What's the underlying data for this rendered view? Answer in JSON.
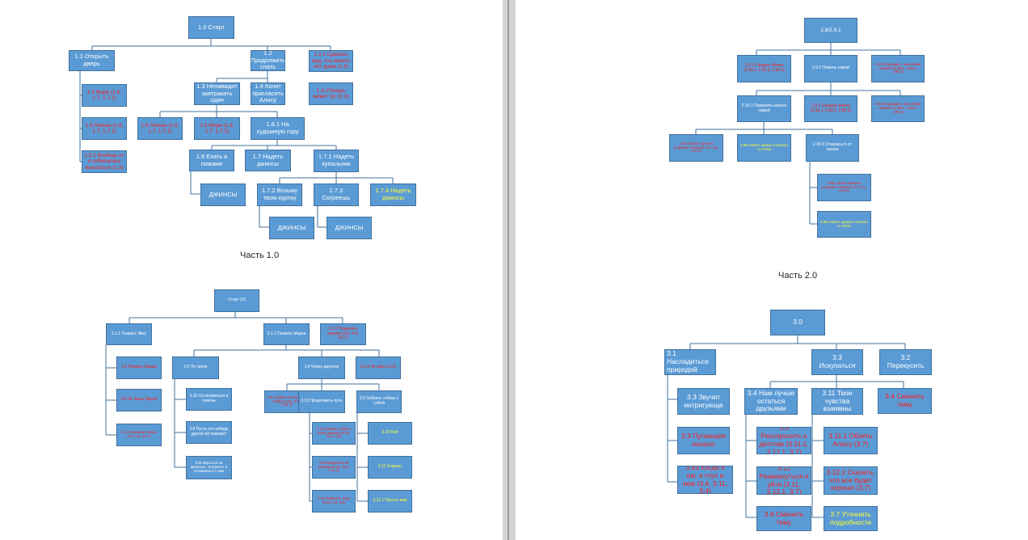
{
  "captions": {
    "part1": "Часть 1.0",
    "part2": "Часть 2.0"
  },
  "part1": {
    "start": "1.0 Старт",
    "n1_1": "1.1 Открыть дверь",
    "n1_2": "1.2 Продолжить спать",
    "n1_2_1": "1.2.1 Сделать вид, что никого нет дома (1.3)",
    "n1_5a": "1.5 Море (1.8, 1.7, 1.7.1)",
    "n1_6a": "1.6 Пикник (1.8, 1.7, 1.7.1)",
    "n1_5_1": "1.5.1 Вообще-то я собиралась выспаться (1.3)",
    "n1_3": "1.3 Ненавидит завтракать один",
    "n1_4": "1.4 Хочет пригласить Алису",
    "n1_4_1": "1.4.1Теперь живет тут (1.3)",
    "n1_6b": "1.6 Пикник (1.8, 1.7, 1.7.1)",
    "n1_5b": "1.5 Море (1.8, 1.7, 1.7.1)",
    "n1_6_1": "1.6.1 На худшиную гору",
    "n1_8": "1.8 Ехать в пижаме",
    "n1_7": "1.7 Надеть джинсы",
    "n1_7_1": "1.7.1 Надеть купальник",
    "jeans1": "ДЖИНСЫ",
    "n1_7_2": "1.7.2 Возьму твою куртку",
    "n1_7_3": "1.7.3 Согреешь",
    "n1_7_4": "1.7.4 Надеть джинсы",
    "jeans2": "ДЖИНСЫ",
    "jeans3": "ДЖИНСЫ"
  },
  "part2": {
    "root": "2.8/2.8.1",
    "n2_9_1": "2.9.1 Скадать Айяна (2.99.1, 2.99.2, 2.99.3)",
    "n2_9_2": "2.9.2 Помочь самой",
    "n2_9_3a": "2.9.3 Подождать, пока Айякк поможет (2.99.1, 2.99.2, 2.99.3)",
    "n2_10_1": "2.10.1 Поменять колесо самой",
    "n2_9_1b": "2.9.1 Скадать Айяна (2.99.1, 2.99.2, 2.99.3)",
    "n2_9_3b": "2.9.3 Подождать, пока Айякк поможет (2.99.1, 2.99.2, 2.99.3)",
    "n2_99_1a": "2.99.1 Взять щенка и уговорить Айяна (2.10, 2.11, 2.11.1)",
    "n2_99_2a": "2.99.2 Взять щенка и поехать со О'Коу",
    "n2_99_3": "2.99.3 Отказаться от щенка",
    "n2_99_1b": "2.99.1 Взять щенка и уговорить Айяна (2.10, 2.11, 2.11.1)",
    "n2_99_2b": "2.99.2 Взять щенка и поехать со О'Коу"
  },
  "part3a": {
    "start": "Старт 3.0",
    "n3_1_1": "3.1.1 Позвать Якку",
    "n3_1_3": "3.1.3 Позвать Марка",
    "n3_1_2": "3.1.2 Поменять мужчин (3.6, 3.6, 3.6.1)",
    "n3_5": "3.5 Позвать Марка",
    "n3_6": "3.6 Не звать Марка",
    "n3_1_4": "3.1.4 Компания Айяна (3.6, 3.6, 3.6.1)",
    "n3_5b": "3.5 По тропе",
    "n3_6b": "3.6 Через джунгли",
    "n3_6_1": "3.6.1 Не звать (3.9)",
    "n3_10": "3.10 Остановиться и помочь",
    "n3_8": "3.8 Пусть кто-нибудь другой ей поможет",
    "n3_81": "3.81 Бороться за финансы - встретить и отправиться с ним",
    "n3_8_1": "3.8.1 Выйти и отпустить собаку (3.10, 3.11, 3.11.1)",
    "n3_13": "3.13 Продолжить путь",
    "n3_9": "3.9 Забрать собаку с собой",
    "n3_14": "3.14 Позвать собак и пойти дальше (3.10, 3.11, 3.8)",
    "n3_15": "3.15 Вернуться за щенком (3.10, 3.11, 3.11.1)",
    "n3_16": "3.16 Поменять тему (3.10, 3.8, 3.9)",
    "n3_10b": "3.10 Бой",
    "n3_11": "3.11 Хорошо",
    "n3_11_1": "3.11.1 Просто мир"
  },
  "part3b": {
    "root": "3.0",
    "n3_1": "3.1 Насладиться природой",
    "n3_3a": "3.3 Искупаться",
    "n3_2": "3.2 Перекусить",
    "n3_3b": "3.3 Звучит интригующе",
    "n3_4a": "3.4 Нам лучше остаться друзьями",
    "n3_11": "3.11 Твои чувства взаимны",
    "n3_4b": "3.4 Сменить тему",
    "n3_3c": "3.3 Пугающее начало",
    "n3_5": "3.5 Расспросить о детстве (3.11.1, 3.12.1, 3.7)",
    "n3_11_1": "3.11.1 Обнять Алису (3.7)",
    "n3_83": "3.83 Когда я ем, я глух и нем (3.4, 3.11, 3.4)",
    "n3_12": "3.12 Развернуться и уйти (3.11, 3.12.1, 3.7)",
    "n3_12_1": "3.12.1 Сказать, что все будет хорошо (3.7)",
    "n3_4c": "3.4 Сменить тему",
    "n3_7": "3.7 Уточнить подробности"
  },
  "colors": {
    "node_fill": "#5b9bd5",
    "node_border": "#41719c",
    "text_white": "#ffffff",
    "text_red": "#ff1c1c",
    "text_yellow": "#ffff33",
    "connector": "#41719c"
  }
}
